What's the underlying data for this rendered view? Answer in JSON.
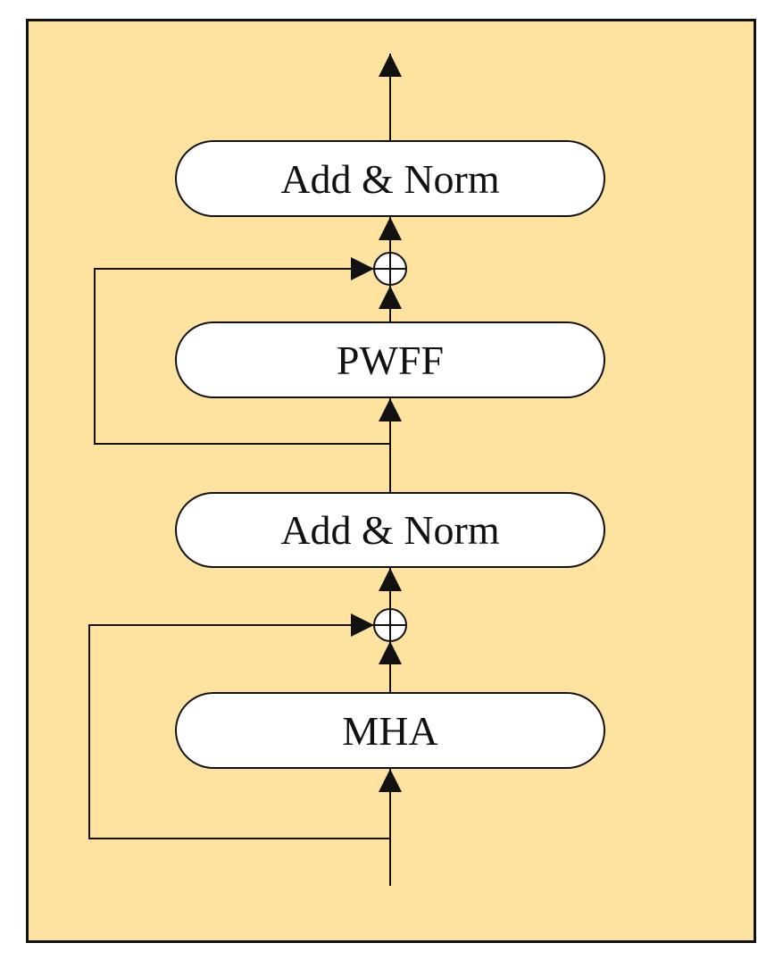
{
  "diagram": {
    "blocks": {
      "top_norm": "Add & Norm",
      "ffn": "PWFF",
      "mid_norm": "Add & Norm",
      "attention": "MHA"
    },
    "colors": {
      "background": "#fde39f",
      "block_fill": "#ffffff",
      "stroke": "#111111"
    }
  }
}
